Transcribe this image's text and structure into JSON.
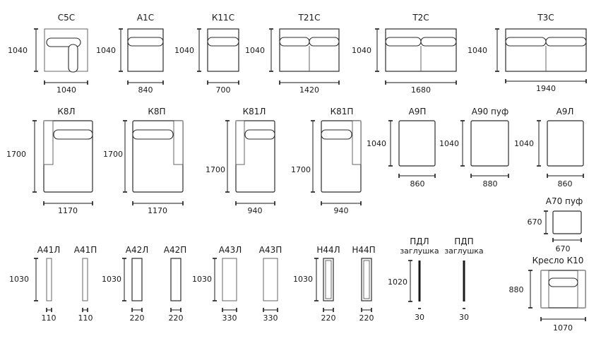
{
  "modules": {
    "c5c": {
      "title": "С5С",
      "width": "1040",
      "depth": "1040"
    },
    "a1c": {
      "title": "А1С",
      "width": "840",
      "depth": "1040"
    },
    "k11c": {
      "title": "К11С",
      "width": "700",
      "depth": "1040"
    },
    "t21c": {
      "title": "Т21С",
      "width": "1420",
      "depth": "1040"
    },
    "t2c": {
      "title": "Т2С",
      "width": "1680",
      "depth": "1040"
    },
    "t3c": {
      "title": "Т3С",
      "width": "1940",
      "depth": "1040"
    },
    "k8l": {
      "title": "К8Л",
      "width": "1170",
      "depth": "1700"
    },
    "k8p": {
      "title": "К8П",
      "width": "1170",
      "depth": "1700"
    },
    "k81l": {
      "title": "К81Л",
      "width": "940",
      "depth": "1700"
    },
    "k81p": {
      "title": "К81П",
      "width": "940",
      "depth": "1700"
    },
    "a9p": {
      "title": "А9П",
      "width": "860",
      "depth": "1040"
    },
    "a90": {
      "title": "А90 пуф",
      "width": "880",
      "depth": "1040"
    },
    "a9l": {
      "title": "А9Л",
      "width": "860",
      "depth": "1040"
    },
    "a70": {
      "title": "А70 пуф",
      "width": "670",
      "depth": "670"
    },
    "a41l": {
      "title": "А41Л",
      "width": "110",
      "depth": "1030"
    },
    "a41p": {
      "title": "А41П",
      "width": "110"
    },
    "a42l": {
      "title": "А42Л",
      "width": "220",
      "depth": "1030"
    },
    "a42p": {
      "title": "А42П",
      "width": "220"
    },
    "a43l": {
      "title": "А43Л",
      "width": "330",
      "depth": "1030"
    },
    "a43p": {
      "title": "А43П",
      "width": "330"
    },
    "h44l": {
      "title": "Н44Л",
      "width": "220",
      "depth": "1030"
    },
    "h44p": {
      "title": "Н44П",
      "width": "220"
    },
    "pdl": {
      "title": "ПДЛ",
      "subtitle": "заглушка",
      "width": "30",
      "depth": "1020"
    },
    "pdp": {
      "title": "ПДП",
      "subtitle": "заглушка",
      "width": "30"
    },
    "k10": {
      "title": "Кресло К10",
      "width": "1070",
      "depth": "880"
    }
  },
  "colors": {
    "line": "#2b2b2b",
    "text": "#1a1a1a",
    "background": "#ffffff"
  }
}
